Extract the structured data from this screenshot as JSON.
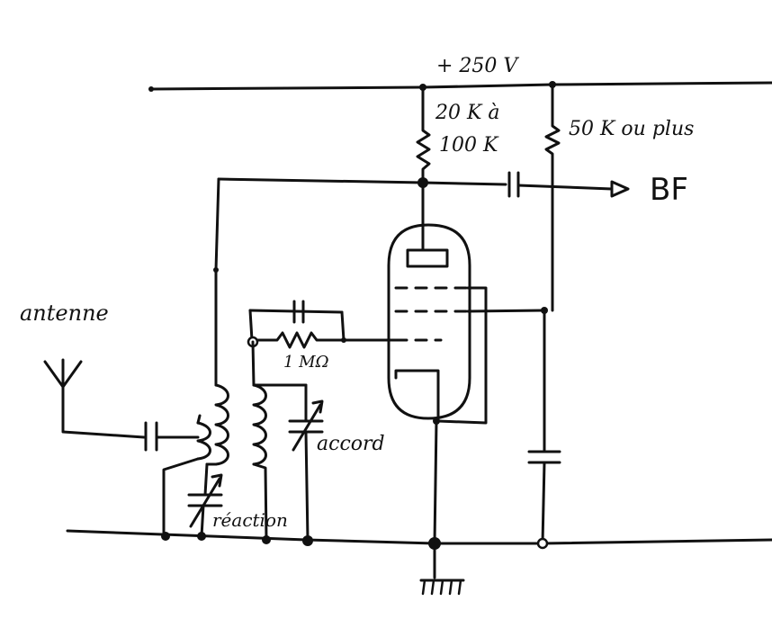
{
  "labels": {
    "supply": "+ 250 V",
    "plate_resistor_line1": "20 K à",
    "plate_resistor_line2": "100 K",
    "screen_resistor": "50 K ou plus",
    "output": "BF",
    "antenna": "antenne",
    "grid_leak": "1 MΩ",
    "tuning_cap": "accord",
    "reaction_cap": "réaction"
  },
  "colors": {
    "ink": "#111111",
    "paper": "#ffffff"
  }
}
